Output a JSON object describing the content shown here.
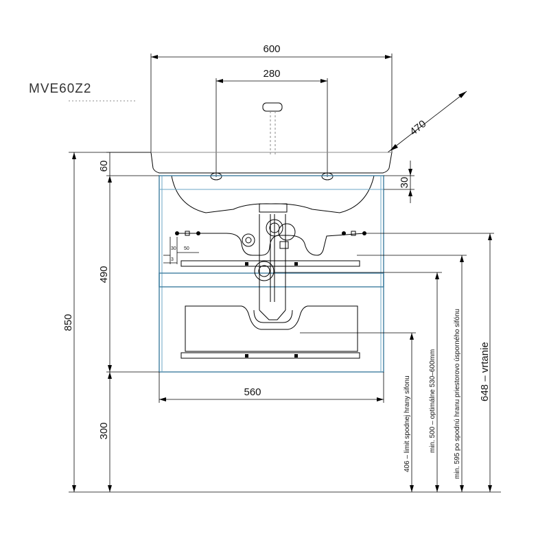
{
  "model_code": "MVE60Z2",
  "dimensions": {
    "width_top": "600",
    "tap_spacing": "280",
    "depth_diag": "470",
    "top_thickness": "60",
    "basin_depth": "30",
    "cabinet_height": "490",
    "total_height": "850",
    "cabinet_width": "560",
    "floor_gap": "300",
    "small_30": "30",
    "small_50": "50",
    "small_3": "3"
  },
  "notes": {
    "siphon_limit": "406 – limit spodnej hrany sifonu",
    "optimal": "min. 500 – optimálne 530–600mm",
    "space_saving": "min. 595 po spodnú hranu priestorovo úsporného sifónu",
    "drilling": "648 – vrtanie"
  }
}
